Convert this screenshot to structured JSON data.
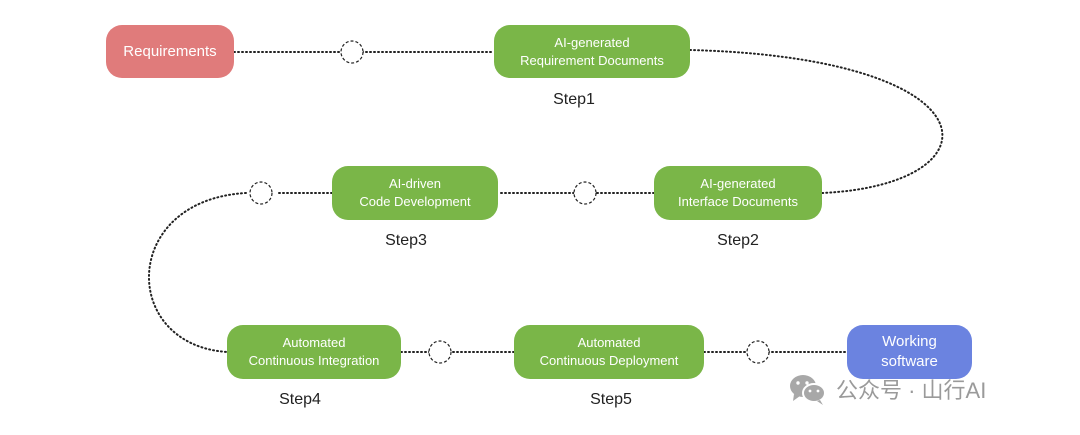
{
  "nodes": {
    "requirements": {
      "lines": [
        "Requirements"
      ],
      "color": "#e07b7b"
    },
    "step1": {
      "lines": [
        "AI-generated",
        "Requirement Documents"
      ],
      "color": "#7ab648"
    },
    "step2": {
      "lines": [
        "AI-generated",
        "Interface Documents"
      ],
      "color": "#7ab648"
    },
    "step3": {
      "lines": [
        "AI-driven",
        "Code Development"
      ],
      "color": "#7ab648"
    },
    "step4": {
      "lines": [
        "Automated",
        "Continuous Integration"
      ],
      "color": "#7ab648"
    },
    "step5": {
      "lines": [
        "Automated",
        "Continuous Deployment"
      ],
      "color": "#7ab648"
    },
    "working": {
      "lines": [
        "Working",
        "software"
      ],
      "color": "#6b83e0"
    }
  },
  "steps": {
    "step1": "Step1",
    "step2": "Step2",
    "step3": "Step3",
    "step4": "Step4",
    "step5": "Step5"
  },
  "watermark": {
    "icon": "wechat-icon",
    "text": "公众号 · 山行AI"
  }
}
